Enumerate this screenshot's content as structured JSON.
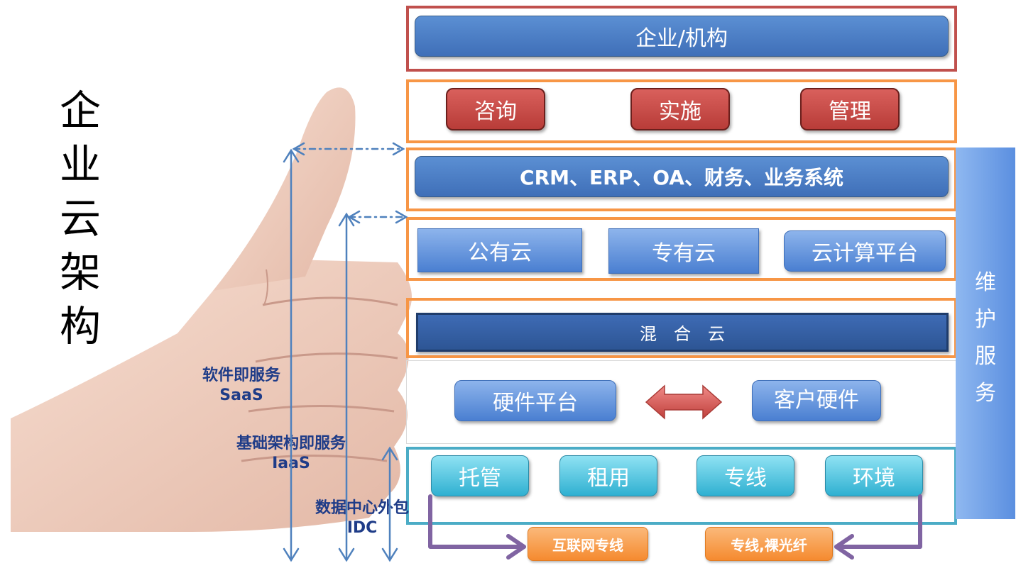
{
  "title_vertical": [
    "企",
    "业",
    "云",
    "架",
    "构"
  ],
  "layers": {
    "enterprise": "企业/机构",
    "services": [
      "咨询",
      "实施",
      "管理"
    ],
    "apps": "CRM、ERP、OA、财务、业务系统",
    "clouds": [
      "公有云",
      "专有云",
      "云计算平台"
    ],
    "hybrid": "混　合　云",
    "hardware": {
      "platform": "硬件平台",
      "customer": "客户硬件"
    },
    "datacenter": [
      "托管",
      "租用",
      "专线",
      "环境"
    ],
    "links": [
      "互联网专线",
      "专线,裸光纤"
    ]
  },
  "side_bar": [
    "维",
    "护",
    "服",
    "务"
  ],
  "service_labels": {
    "saas": [
      "软件即服务",
      "SaaS"
    ],
    "iaas": [
      "基础架构即服务",
      "IaaS"
    ],
    "idc": [
      "数据中心外包",
      "IDC"
    ]
  },
  "colors": {
    "red_frame": "#c0504d",
    "orange_frame": "#f79646",
    "teal_frame": "#4bacc6",
    "blue": "#4f81bd",
    "arrow_blue": "#4f81bd",
    "arrow_purple": "#8064a2"
  }
}
